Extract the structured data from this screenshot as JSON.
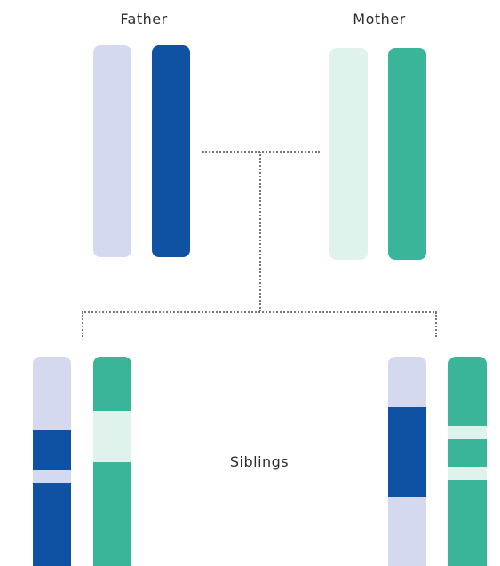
{
  "labels": {
    "father": "Father",
    "mother": "Mother",
    "siblings": "Siblings"
  },
  "colors": {
    "father_light": "#d4d9f0",
    "father_dark": "#0f52a3",
    "mother_light": "#e0f2ec",
    "mother_dark": "#3bb59a",
    "connector": "#777777"
  }
}
